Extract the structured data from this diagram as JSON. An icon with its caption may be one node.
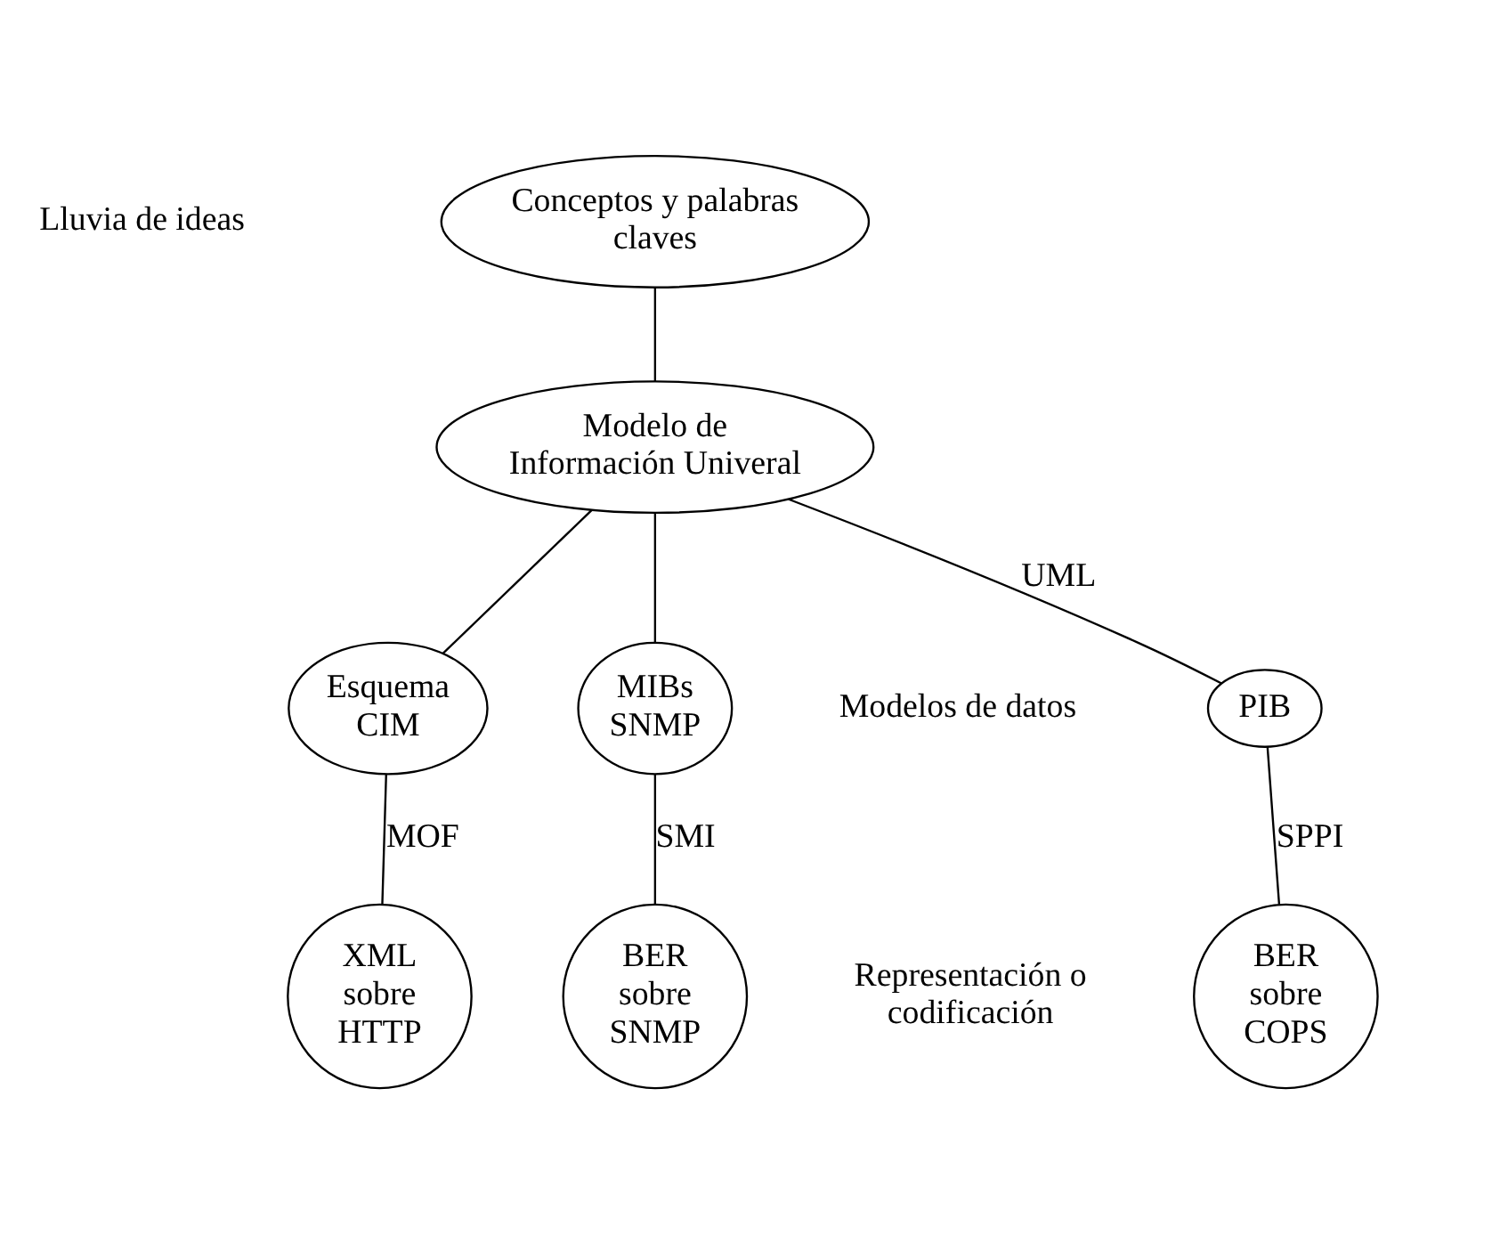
{
  "diagram": {
    "nodes": [
      {
        "text": [
          "Conceptos y palabras claves"
        ]
      },
      {
        "text": [
          "Modelo de Información Univeral"
        ]
      },
      {
        "text": [
          "Esquema CIM"
        ]
      },
      {
        "text": [
          "MIBs SNMP"
        ]
      },
      {
        "text": [
          "PIB"
        ]
      },
      {
        "text": [
          "XML sobre HTTP"
        ]
      },
      {
        "text": [
          "BER sobre SNMP"
        ]
      },
      {
        "text": [
          "BER sobre COPS"
        ]
      }
    ],
    "edges": [
      {
        "from": 0,
        "to": 1,
        "arrow": "none"
      },
      {
        "from": 1,
        "to": 2,
        "arrow": "none"
      },
      {
        "from": 1,
        "to": 3,
        "arrow": "none"
      },
      {
        "from": 1,
        "to": 4,
        "label": "UML",
        "arrow": "none"
      },
      {
        "from": 2,
        "to": 5,
        "label": "MOF",
        "arrow": "none"
      },
      {
        "from": 3,
        "to": 6,
        "label": "SMI",
        "arrow": "none"
      },
      {
        "from": 4,
        "to": 7,
        "label": "SPPI",
        "arrow": "none"
      }
    ],
    "labels": [
      "Lluvia de ideas",
      "Modelos de datos",
      "Representación o codificación"
    ]
  }
}
